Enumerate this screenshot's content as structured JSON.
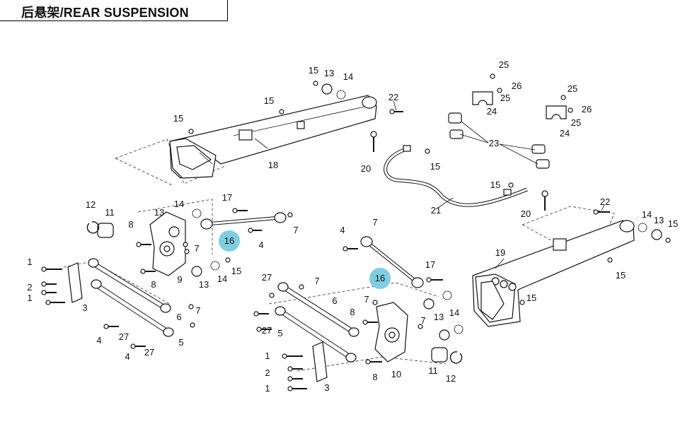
{
  "header": {
    "title": "后悬架/REAR SUSPENSION"
  },
  "highlight_color": "#7ecde0",
  "callouts": [
    {
      "t": "1"
    },
    {
      "t": "1"
    },
    {
      "t": "1"
    },
    {
      "t": "1"
    },
    {
      "t": "2"
    },
    {
      "t": "2"
    },
    {
      "t": "3"
    },
    {
      "t": "3"
    },
    {
      "t": "4"
    },
    {
      "t": "4"
    },
    {
      "t": "4"
    },
    {
      "t": "4"
    },
    {
      "t": "5"
    },
    {
      "t": "5"
    },
    {
      "t": "6"
    },
    {
      "t": "6"
    },
    {
      "t": "7"
    },
    {
      "t": "7"
    },
    {
      "t": "7"
    },
    {
      "t": "7"
    },
    {
      "t": "7"
    },
    {
      "t": "7"
    },
    {
      "t": "7"
    },
    {
      "t": "8"
    },
    {
      "t": "8"
    },
    {
      "t": "8"
    },
    {
      "t": "8"
    },
    {
      "t": "9"
    },
    {
      "t": "10"
    },
    {
      "t": "11"
    },
    {
      "t": "11"
    },
    {
      "t": "12"
    },
    {
      "t": "12"
    },
    {
      "t": "13"
    },
    {
      "t": "13"
    },
    {
      "t": "13"
    },
    {
      "t": "13"
    },
    {
      "t": "13"
    },
    {
      "t": "14"
    },
    {
      "t": "14"
    },
    {
      "t": "14"
    },
    {
      "t": "14"
    },
    {
      "t": "14"
    },
    {
      "t": "15"
    },
    {
      "t": "15"
    },
    {
      "t": "15"
    },
    {
      "t": "15"
    },
    {
      "t": "15"
    },
    {
      "t": "15"
    },
    {
      "t": "15"
    },
    {
      "t": "15"
    },
    {
      "t": "15"
    },
    {
      "t": "16",
      "highlight": true
    },
    {
      "t": "16",
      "highlight": true
    },
    {
      "t": "17"
    },
    {
      "t": "17"
    },
    {
      "t": "18"
    },
    {
      "t": "19"
    },
    {
      "t": "20"
    },
    {
      "t": "20"
    },
    {
      "t": "21"
    },
    {
      "t": "22"
    },
    {
      "t": "22"
    },
    {
      "t": "23"
    },
    {
      "t": "24"
    },
    {
      "t": "24"
    },
    {
      "t": "25"
    },
    {
      "t": "25"
    },
    {
      "t": "25"
    },
    {
      "t": "25"
    },
    {
      "t": "26"
    },
    {
      "t": "26"
    },
    {
      "t": "27"
    },
    {
      "t": "27"
    },
    {
      "t": "27"
    },
    {
      "t": "27"
    }
  ]
}
